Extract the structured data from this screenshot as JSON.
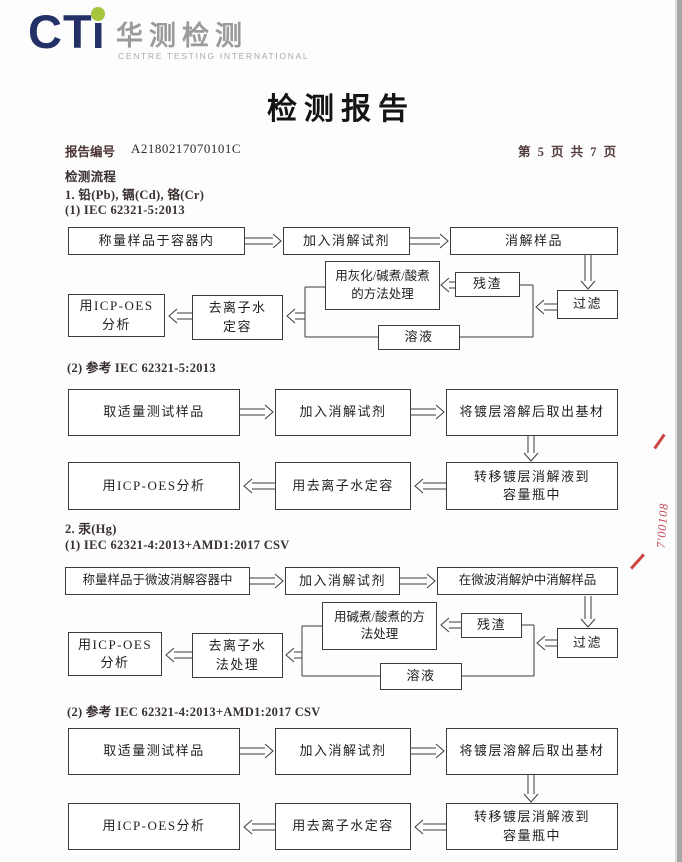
{
  "header": {
    "logo_text": "CTi",
    "logo_cn": "华测检测",
    "logo_en": "CENTRE TESTING INTERNATIONAL",
    "doc_title": "检测报告",
    "report_no_label": "报告编号",
    "report_no": "A2180217070101C",
    "page_info": "第 5 页  共 7 页"
  },
  "sections": {
    "flow_title": "检测流程",
    "item1": "1. 铅(Pb), 镉(Cd), 铬(Cr)",
    "chart1_method": "(1) IEC 62321-5:2013",
    "chart2_method": "(2) 参考 IEC 62321-5:2013",
    "item2": "2. 汞(Hg)",
    "chart3_method": "(1) IEC 62321-4:2013+AMD1:2017 CSV",
    "chart4_method": "(2) 参考 IEC 62321-4:2013+AMD1:2017 CSV"
  },
  "flowcharts": {
    "chart1": {
      "weigh": "称量样品于容器内",
      "add_reagent": "加入消解试剂",
      "digest": "消解样品",
      "treat": "用灰化/碱煮/酸煮\n的方法处理",
      "residue": "残渣",
      "filter": "过滤",
      "solution": "溶液",
      "dilute": "去离子水\n定容",
      "analyze": "用ICP-OES\n分析"
    },
    "chart2": {
      "sample": "取适量测试样品",
      "add_reagent": "加入消解试剂",
      "dissolve": "将镀层溶解后取出基材",
      "transfer": "转移镀层消解液到\n容量瓶中",
      "dilute": "用去离子水定容",
      "analyze": "用ICP-OES分析"
    },
    "chart3": {
      "weigh": "称量样品于微波消解容器中",
      "add_reagent": "加入消解试剂",
      "digest": "在微波消解炉中消解样品",
      "treat": "用碱煮/酸煮的方\n法处理",
      "residue": "残渣",
      "filter": "过滤",
      "solution": "溶液",
      "dilute": "去离子水\n法处理",
      "analyze": "用ICP-OES\n分析"
    },
    "chart4": {
      "sample": "取适量测试样品",
      "add_reagent": "加入消解试剂",
      "dissolve": "将镀层溶解后取出基材",
      "transfer": "转移镀层消解液到\n容量瓶中",
      "dilute": "用去离子水定容",
      "analyze": "用ICP-OES分析"
    }
  },
  "stamp": {
    "text": "7'00108"
  },
  "colors": {
    "logo_navy": "#233166",
    "logo_green": "#a5c53d",
    "stamp_red": "#c24052"
  }
}
